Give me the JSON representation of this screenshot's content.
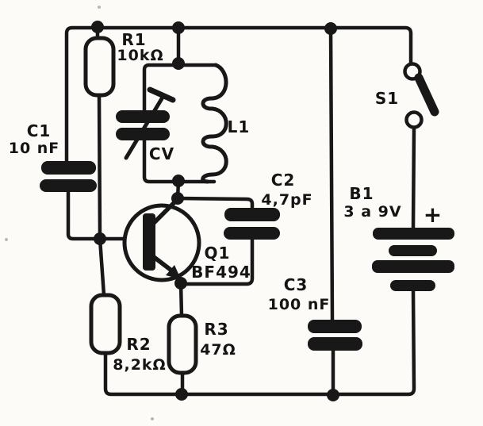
{
  "diagram_title": "transistor LC oscillator schematic",
  "colors": {
    "ink": "#181818",
    "paper": "#fcfbf8"
  },
  "components": {
    "r1": {
      "ref": "R1",
      "value": "10kΩ"
    },
    "r2": {
      "ref": "R2",
      "value": "8,2kΩ"
    },
    "r3": {
      "ref": "R3",
      "value": "47Ω"
    },
    "c1": {
      "ref": "C1",
      "value": "10 nF"
    },
    "c2": {
      "ref": "C2",
      "value": "4,7pF"
    },
    "c3": {
      "ref": "C3",
      "value": "100 nF"
    },
    "cv": {
      "ref": "CV"
    },
    "l1": {
      "ref": "L1"
    },
    "q1": {
      "ref": "Q1",
      "value": "BF494"
    },
    "s1": {
      "ref": "S1"
    },
    "b1": {
      "ref": "B1",
      "value": "3 a 9V",
      "polarity": "+"
    }
  }
}
